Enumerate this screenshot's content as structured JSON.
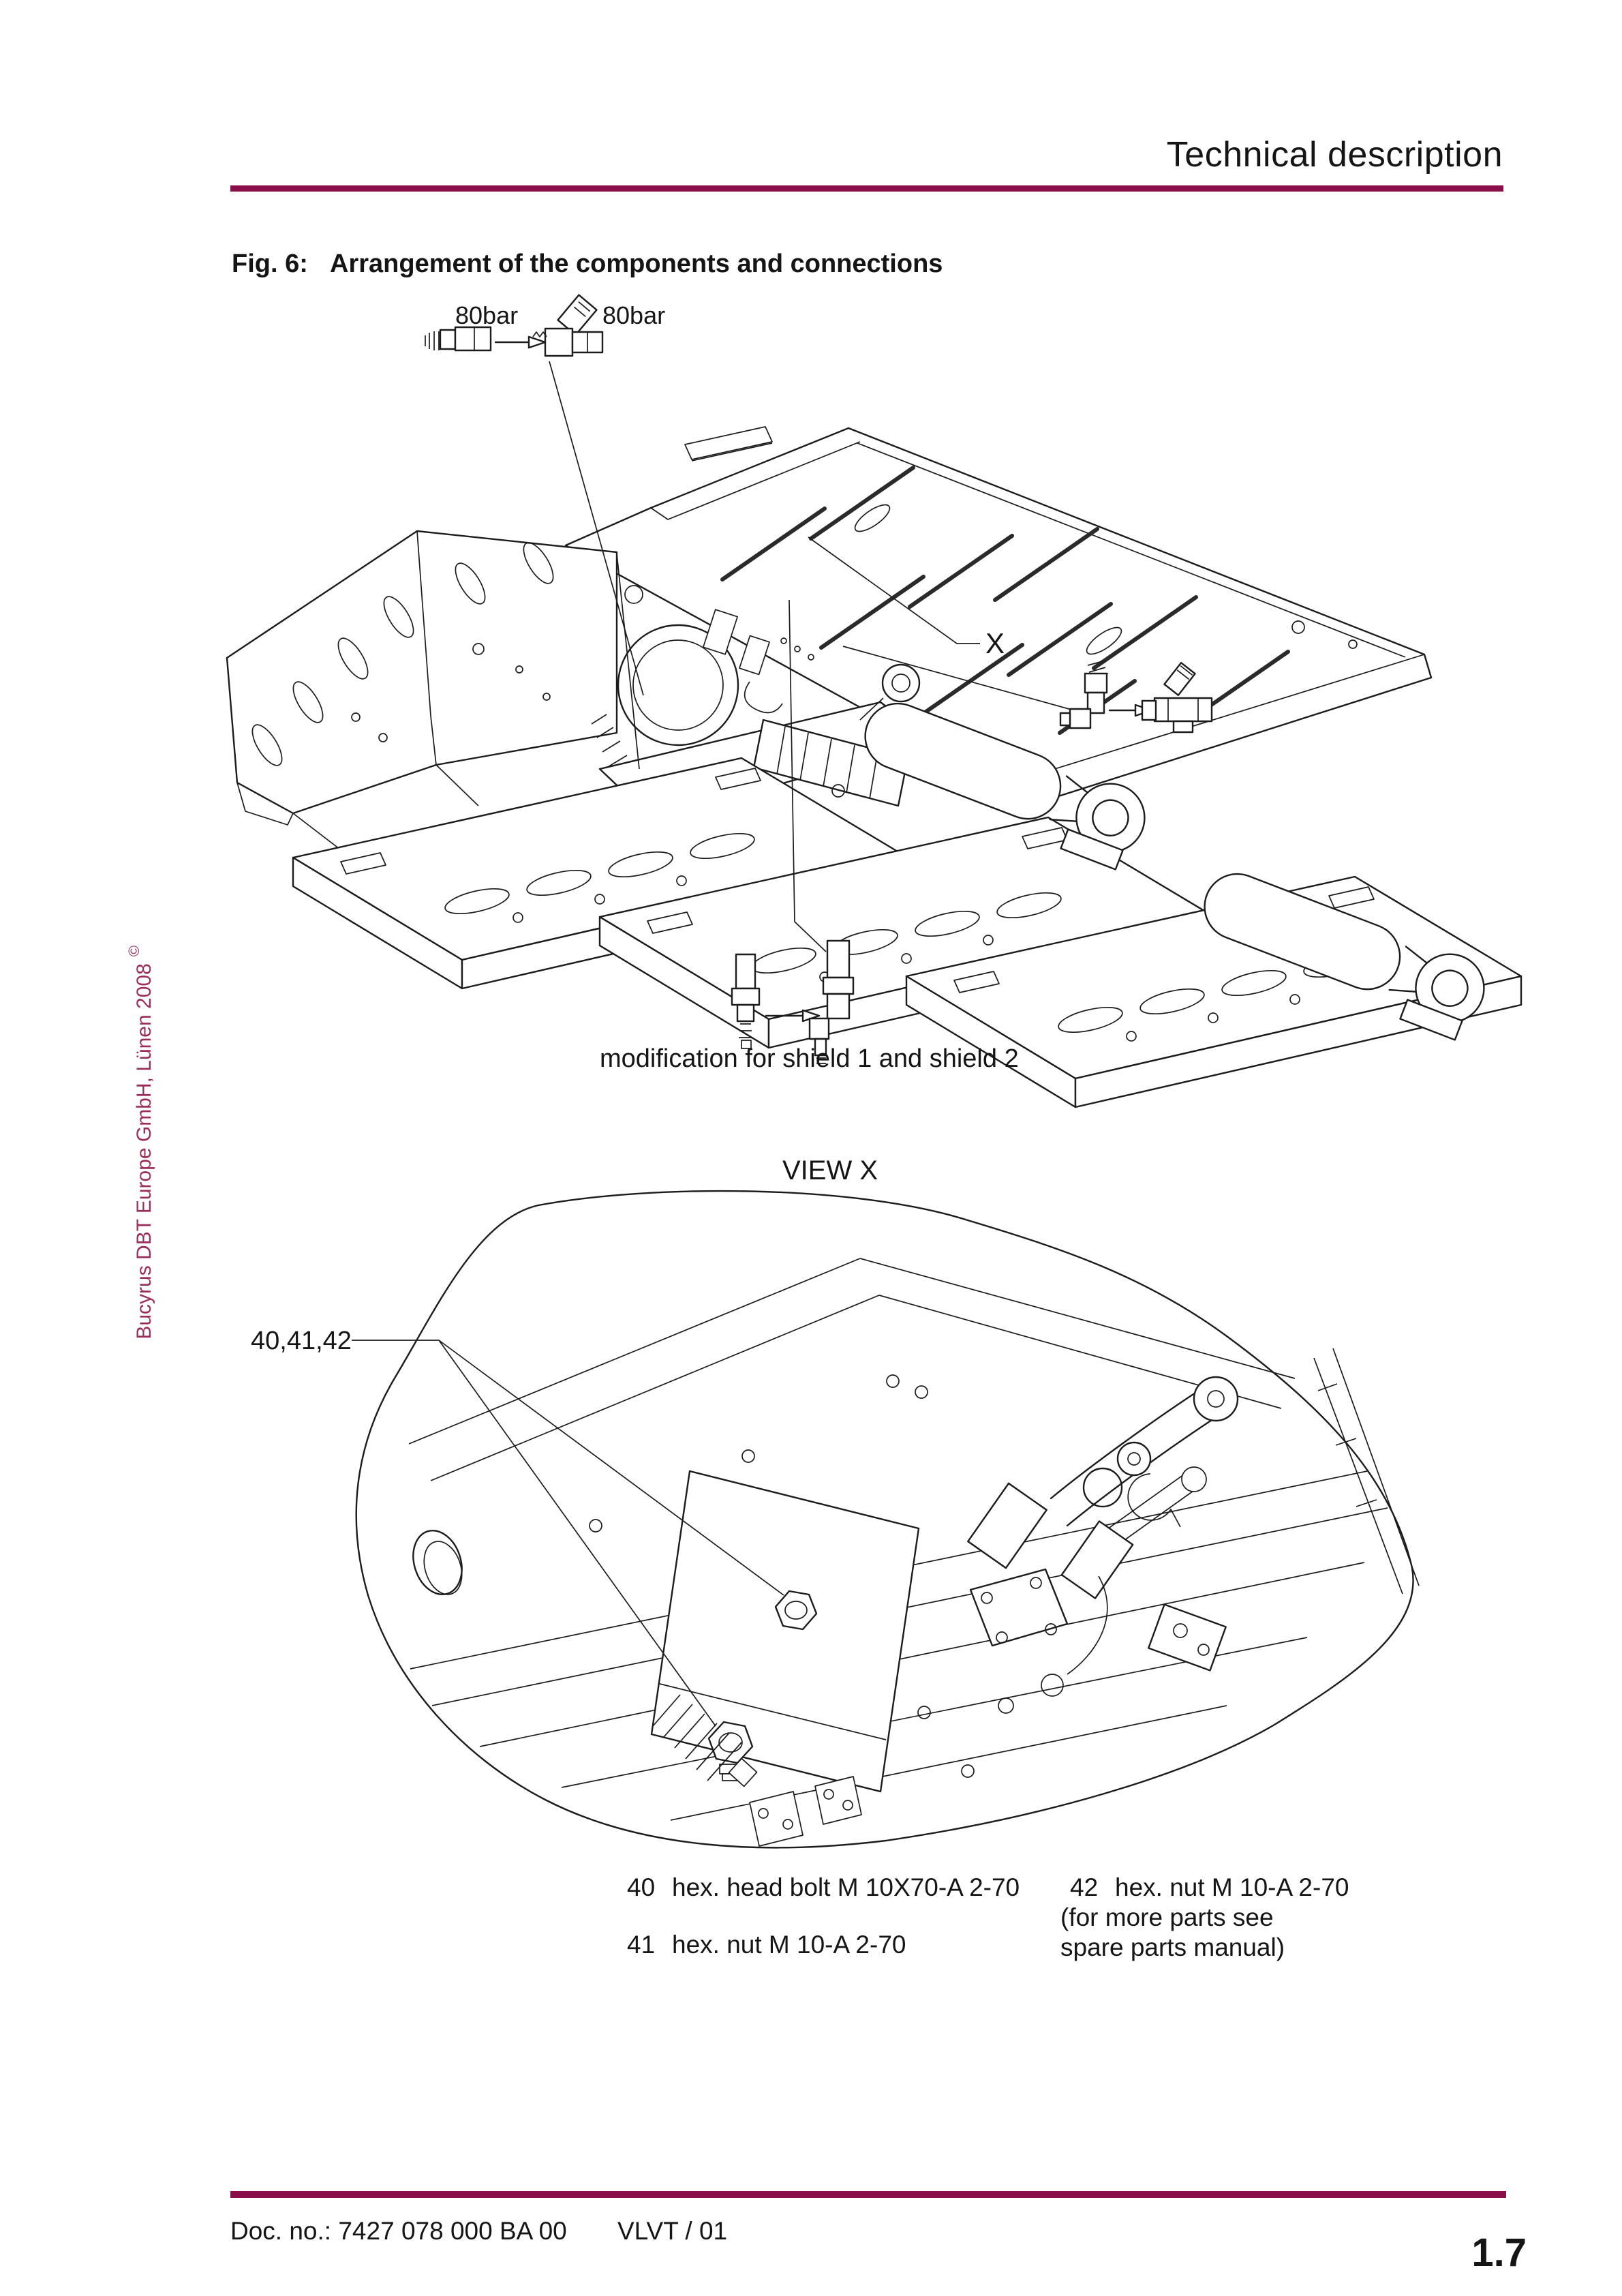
{
  "colors": {
    "accent": "#8a0e4a",
    "ink": "#1c1c1c",
    "sidebar_text": "#9b2d5a"
  },
  "header": {
    "title": "Technical description"
  },
  "figure": {
    "label": "Fig. 6:",
    "caption": "Arrangement of the components and connections"
  },
  "main_drawing": {
    "pressure_label_left": "80bar",
    "pressure_label_right": "80bar",
    "detail_marker": "X",
    "modification_note": "modification for shield 1 and shield 2"
  },
  "view_x": {
    "title": "VIEW X",
    "callout": "40,41,42"
  },
  "parts_list": {
    "items": [
      {
        "no": "40",
        "desc": "hex. head bolt M 10X70-A 2-70"
      },
      {
        "no": "41",
        "desc": "hex. nut M 10-A 2-70"
      },
      {
        "no": "42",
        "desc": "hex. nut M 10-A 2-70"
      }
    ],
    "note_line1": "(for more parts see",
    "note_line2": "spare parts manual)"
  },
  "sidebar": {
    "text": "Bucyrus DBT Europe GmbH, Lünen 2008",
    "copyright": "©"
  },
  "footer": {
    "doc_no": "Doc. no.: 7427 078 000 BA 00",
    "code": "VLVT / 01",
    "page_no": "1.7"
  }
}
